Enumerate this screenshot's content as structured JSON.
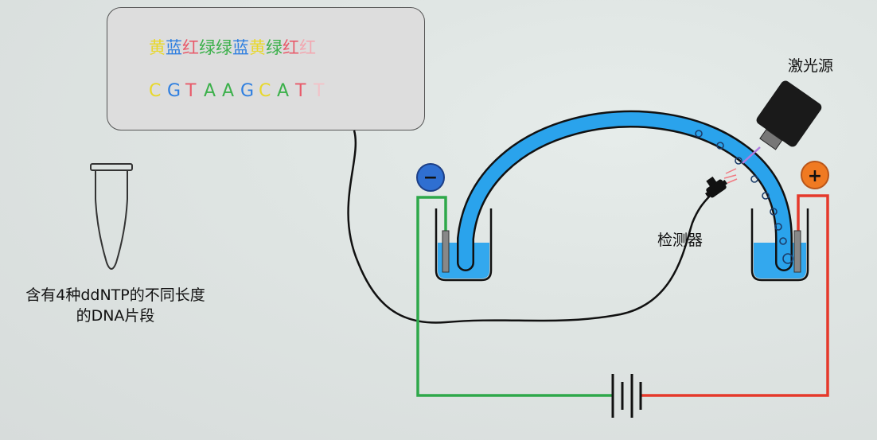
{
  "sequence_box": {
    "color_words": [
      {
        "text": "黄",
        "color": "#e8d82a"
      },
      {
        "text": "蓝",
        "color": "#2f7fe0"
      },
      {
        "text": "红",
        "color": "#e85a6a"
      },
      {
        "text": "绿",
        "color": "#3bb04a"
      },
      {
        "text": "绿",
        "color": "#3bb04a"
      },
      {
        "text": "蓝",
        "color": "#2f7fe0"
      },
      {
        "text": "黄",
        "color": "#e8d82a"
      },
      {
        "text": "绿",
        "color": "#3bb04a"
      },
      {
        "text": "红",
        "color": "#e85a6a"
      },
      {
        "text": "红",
        "color": "#f2a7b0"
      }
    ],
    "bases": [
      {
        "text": "C",
        "color": "#e8d82a"
      },
      {
        "text": "G",
        "color": "#2f7fe0"
      },
      {
        "text": "T",
        "color": "#e85a6a"
      },
      {
        "text": "A",
        "color": "#3bb04a"
      },
      {
        "text": "A",
        "color": "#3bb04a"
      },
      {
        "text": "G",
        "color": "#2f7fe0"
      },
      {
        "text": "C",
        "color": "#e8d82a"
      },
      {
        "text": "A",
        "color": "#3bb04a"
      },
      {
        "text": "T",
        "color": "#e85a6a"
      },
      {
        "text": "T",
        "color": "#f2c2c8"
      }
    ]
  },
  "labels": {
    "laser": "激光源",
    "detector": "检测器",
    "tube_line1": "含有4种ddNTP的不同长度",
    "tube_line2": "的DNA片段",
    "negative": "−",
    "positive": "+"
  },
  "colors": {
    "capillary": "#2aa3ec",
    "buffer": "#33a8ee",
    "wire_negative": "#2ea84a",
    "wire_positive": "#e5392b",
    "negative_electrode": "#2f6fd1",
    "positive_electrode": "#f07a22"
  }
}
